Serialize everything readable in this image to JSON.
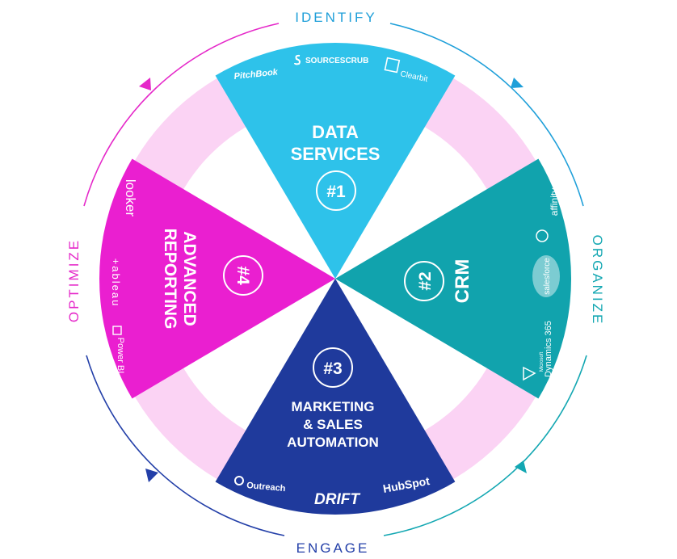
{
  "cycle": {
    "identify": "IDENTIFY",
    "organize": "ORGANIZE",
    "engage": "ENGAGE",
    "optimize": "OPTIMIZE"
  },
  "sections": {
    "data_services": {
      "title_line1": "DATA",
      "title_line2": "SERVICES",
      "number": "#1",
      "logos": [
        "PitchBook",
        "SOURCESCRUB",
        "Clearbit"
      ]
    },
    "crm": {
      "title": "CRM",
      "number": "#2",
      "logos": [
        "affinity",
        "salesforce",
        "Microsoft",
        "Dynamics 365"
      ]
    },
    "marketing": {
      "number": "#3",
      "title_line1": "MARKETING",
      "title_line2": "& SALES",
      "title_line3": "AUTOMATION",
      "logos": [
        "Outreach",
        "DRIFT",
        "HubSpot"
      ]
    },
    "reporting": {
      "title_line1": "ADVANCED",
      "title_line2": "REPORTING",
      "number": "#4",
      "logos": [
        "looker",
        "+ableau",
        "Power BI"
      ]
    }
  },
  "colors": {
    "data_services": "#2ec2ea",
    "crm": "#11a3ad",
    "marketing": "#1f3a9c",
    "reporting": "#ea1fd0",
    "ring": "#fbd3f4",
    "identify": "#1e9fd9",
    "organize": "#13a7b2",
    "engage": "#233fa8",
    "optimize": "#e528c9"
  }
}
